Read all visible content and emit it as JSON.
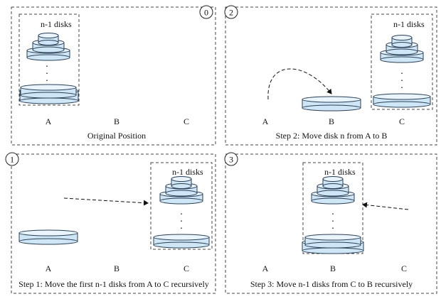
{
  "panels": [
    {
      "badge": "0",
      "caption": "Original Position",
      "pegs": [
        "A",
        "B",
        "C"
      ],
      "stack_label": "n-1 disks"
    },
    {
      "badge": "2",
      "caption": "Step 2: Move disk n from A to B",
      "pegs": [
        "A",
        "B",
        "C"
      ],
      "stack_label": "n-1 disks"
    },
    {
      "badge": "1",
      "caption": "Step 1: Move the first n-1 disks from A to C recursively",
      "pegs": [
        "A",
        "B",
        "C"
      ],
      "stack_label": "n-1 disks"
    },
    {
      "badge": "3",
      "caption": "Step 3: Move n-1 disks from C to B recursively",
      "pegs": [
        "A",
        "B",
        "C"
      ],
      "stack_label": "n-1 disks"
    }
  ],
  "ellipsis": ".",
  "colors": {
    "disk_fill": "#cfe6f7",
    "disk_top": "#e9f4fc",
    "disk_stroke": "#2a3f55",
    "border": "#444444"
  }
}
